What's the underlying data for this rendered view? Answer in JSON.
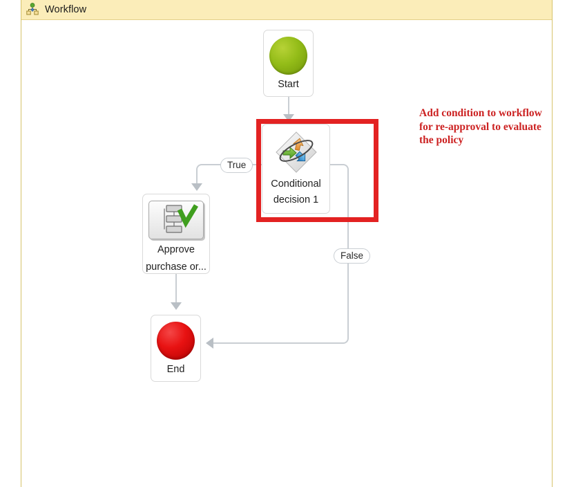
{
  "panel": {
    "header": {
      "icon": "workflow-hierarchy-icon",
      "title": "Workflow"
    },
    "border_color": "#d6c36a",
    "header_background": "#fbedb9"
  },
  "diagram": {
    "type": "flowchart",
    "nodes": [
      {
        "id": "start",
        "label": "Start",
        "icon": "green-circle-icon",
        "shape": "rounded-rectangle",
        "color": "#93bc18"
      },
      {
        "id": "conditional",
        "label": "Conditional\ndecision 1",
        "label_line1": "Conditional",
        "label_line2": "decision 1",
        "icon": "conditional-decision-icon",
        "shape": "rounded-rectangle",
        "highlighted": true
      },
      {
        "id": "approve",
        "label": "Approve\npurchase or...",
        "label_line1": "Approve",
        "label_line2": "purchase or...",
        "icon": "approve-task-icon",
        "shape": "rounded-rectangle"
      },
      {
        "id": "end",
        "label": "End",
        "icon": "red-circle-icon",
        "shape": "rounded-rectangle",
        "color": "#e81212"
      }
    ],
    "edges": [
      {
        "from": "start",
        "to": "conditional",
        "label": ""
      },
      {
        "from": "conditional",
        "to": "approve",
        "label": "True"
      },
      {
        "from": "approve",
        "to": "end",
        "label": ""
      },
      {
        "from": "conditional",
        "to": "end",
        "label": "False"
      }
    ],
    "branch_labels": {
      "true": "True",
      "false": "False"
    },
    "connector_color": "#c9ced3"
  },
  "annotation": {
    "text": "Add condition to workflow for re-approval to evaluate the policy",
    "color": "#cc2222"
  },
  "highlight": {
    "target": "conditional",
    "color": "#e32222"
  }
}
